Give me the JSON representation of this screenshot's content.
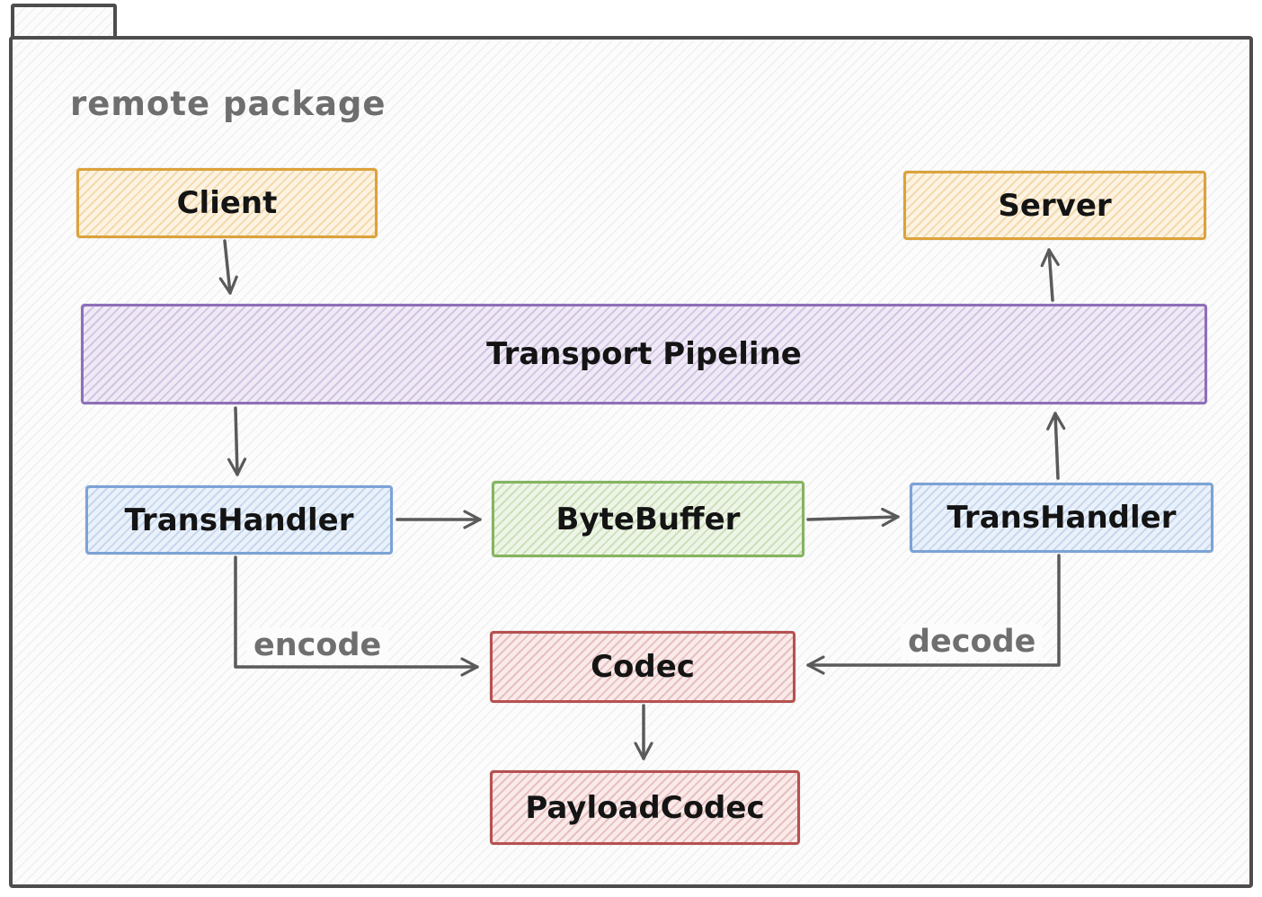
{
  "package": {
    "label": "remote package"
  },
  "nodes": {
    "client": {
      "label": "Client",
      "color": "orange"
    },
    "server": {
      "label": "Server",
      "color": "orange"
    },
    "pipeline": {
      "label": "Transport Pipeline",
      "color": "purple"
    },
    "trans_handler_left": {
      "label": "TransHandler",
      "color": "blue"
    },
    "byte_buffer": {
      "label": "ByteBuffer",
      "color": "green"
    },
    "trans_handler_right": {
      "label": "TransHandler",
      "color": "blue"
    },
    "codec": {
      "label": "Codec",
      "color": "red"
    },
    "payload_codec": {
      "label": "PayloadCodec",
      "color": "red"
    }
  },
  "edges": {
    "encode_label": "encode",
    "decode_label": "decode"
  },
  "colors": {
    "orange_border": "#dca23b",
    "purple_border": "#8e6fb8",
    "blue_border": "#7ba3d6",
    "green_border": "#84b55f",
    "red_border": "#b65151",
    "arrow": "#5a5a5a",
    "package_border": "#4d4d4d",
    "muted_text": "#6f6f6f"
  }
}
